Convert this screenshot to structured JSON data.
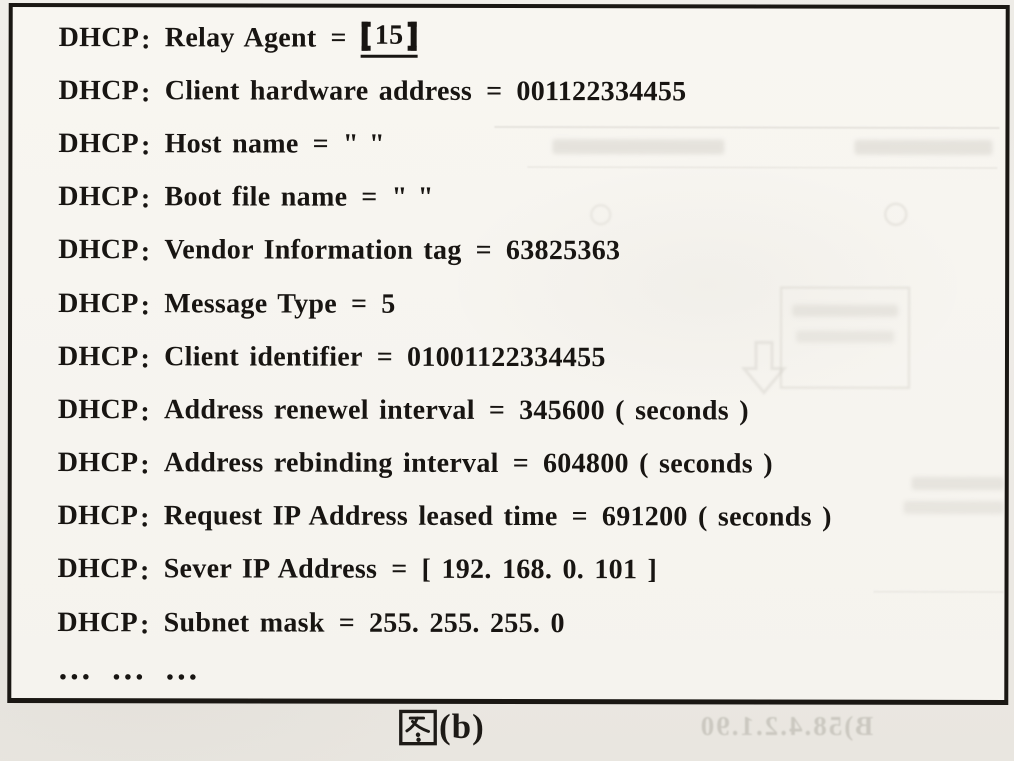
{
  "document": {
    "kind": "scanned textbook figure",
    "ink_color": "#181512",
    "paper_color": "#f1efea"
  },
  "trace": {
    "protocol": "DHCP",
    "separator": ":",
    "equals_sign": "=",
    "lines": [
      {
        "label": "Relay Agent",
        "value": "【15】",
        "emphasized": true
      },
      {
        "label": "Client hardware address",
        "value": "001122334455"
      },
      {
        "label": "Host name",
        "value": "\" \""
      },
      {
        "label": "Boot file name",
        "value": "\" \""
      },
      {
        "label": "Vendor Information tag",
        "value": "63825363"
      },
      {
        "label": "Message Type",
        "value": "5"
      },
      {
        "label": "Client identifier",
        "value": "01001122334455"
      },
      {
        "label": "Address renewel interval",
        "value": "345600 ( seconds )"
      },
      {
        "label": "Address rebinding interval",
        "value": "604800 ( seconds )"
      },
      {
        "label": "Request IP Address leased time",
        "value": "691200 ( seconds )"
      },
      {
        "label": "Sever IP Address",
        "value": "[ 192. 168. 0. 101 ]"
      },
      {
        "label": "Subnet mask",
        "value": "255. 255. 255. 0"
      },
      {
        "label": "… … …",
        "ellipsis": true
      }
    ]
  },
  "caption": {
    "text": "图(b)",
    "latin_part": "(b)"
  },
  "artifacts": {
    "bleed_text_mirrored": "B)58.4.2.1.90"
  }
}
